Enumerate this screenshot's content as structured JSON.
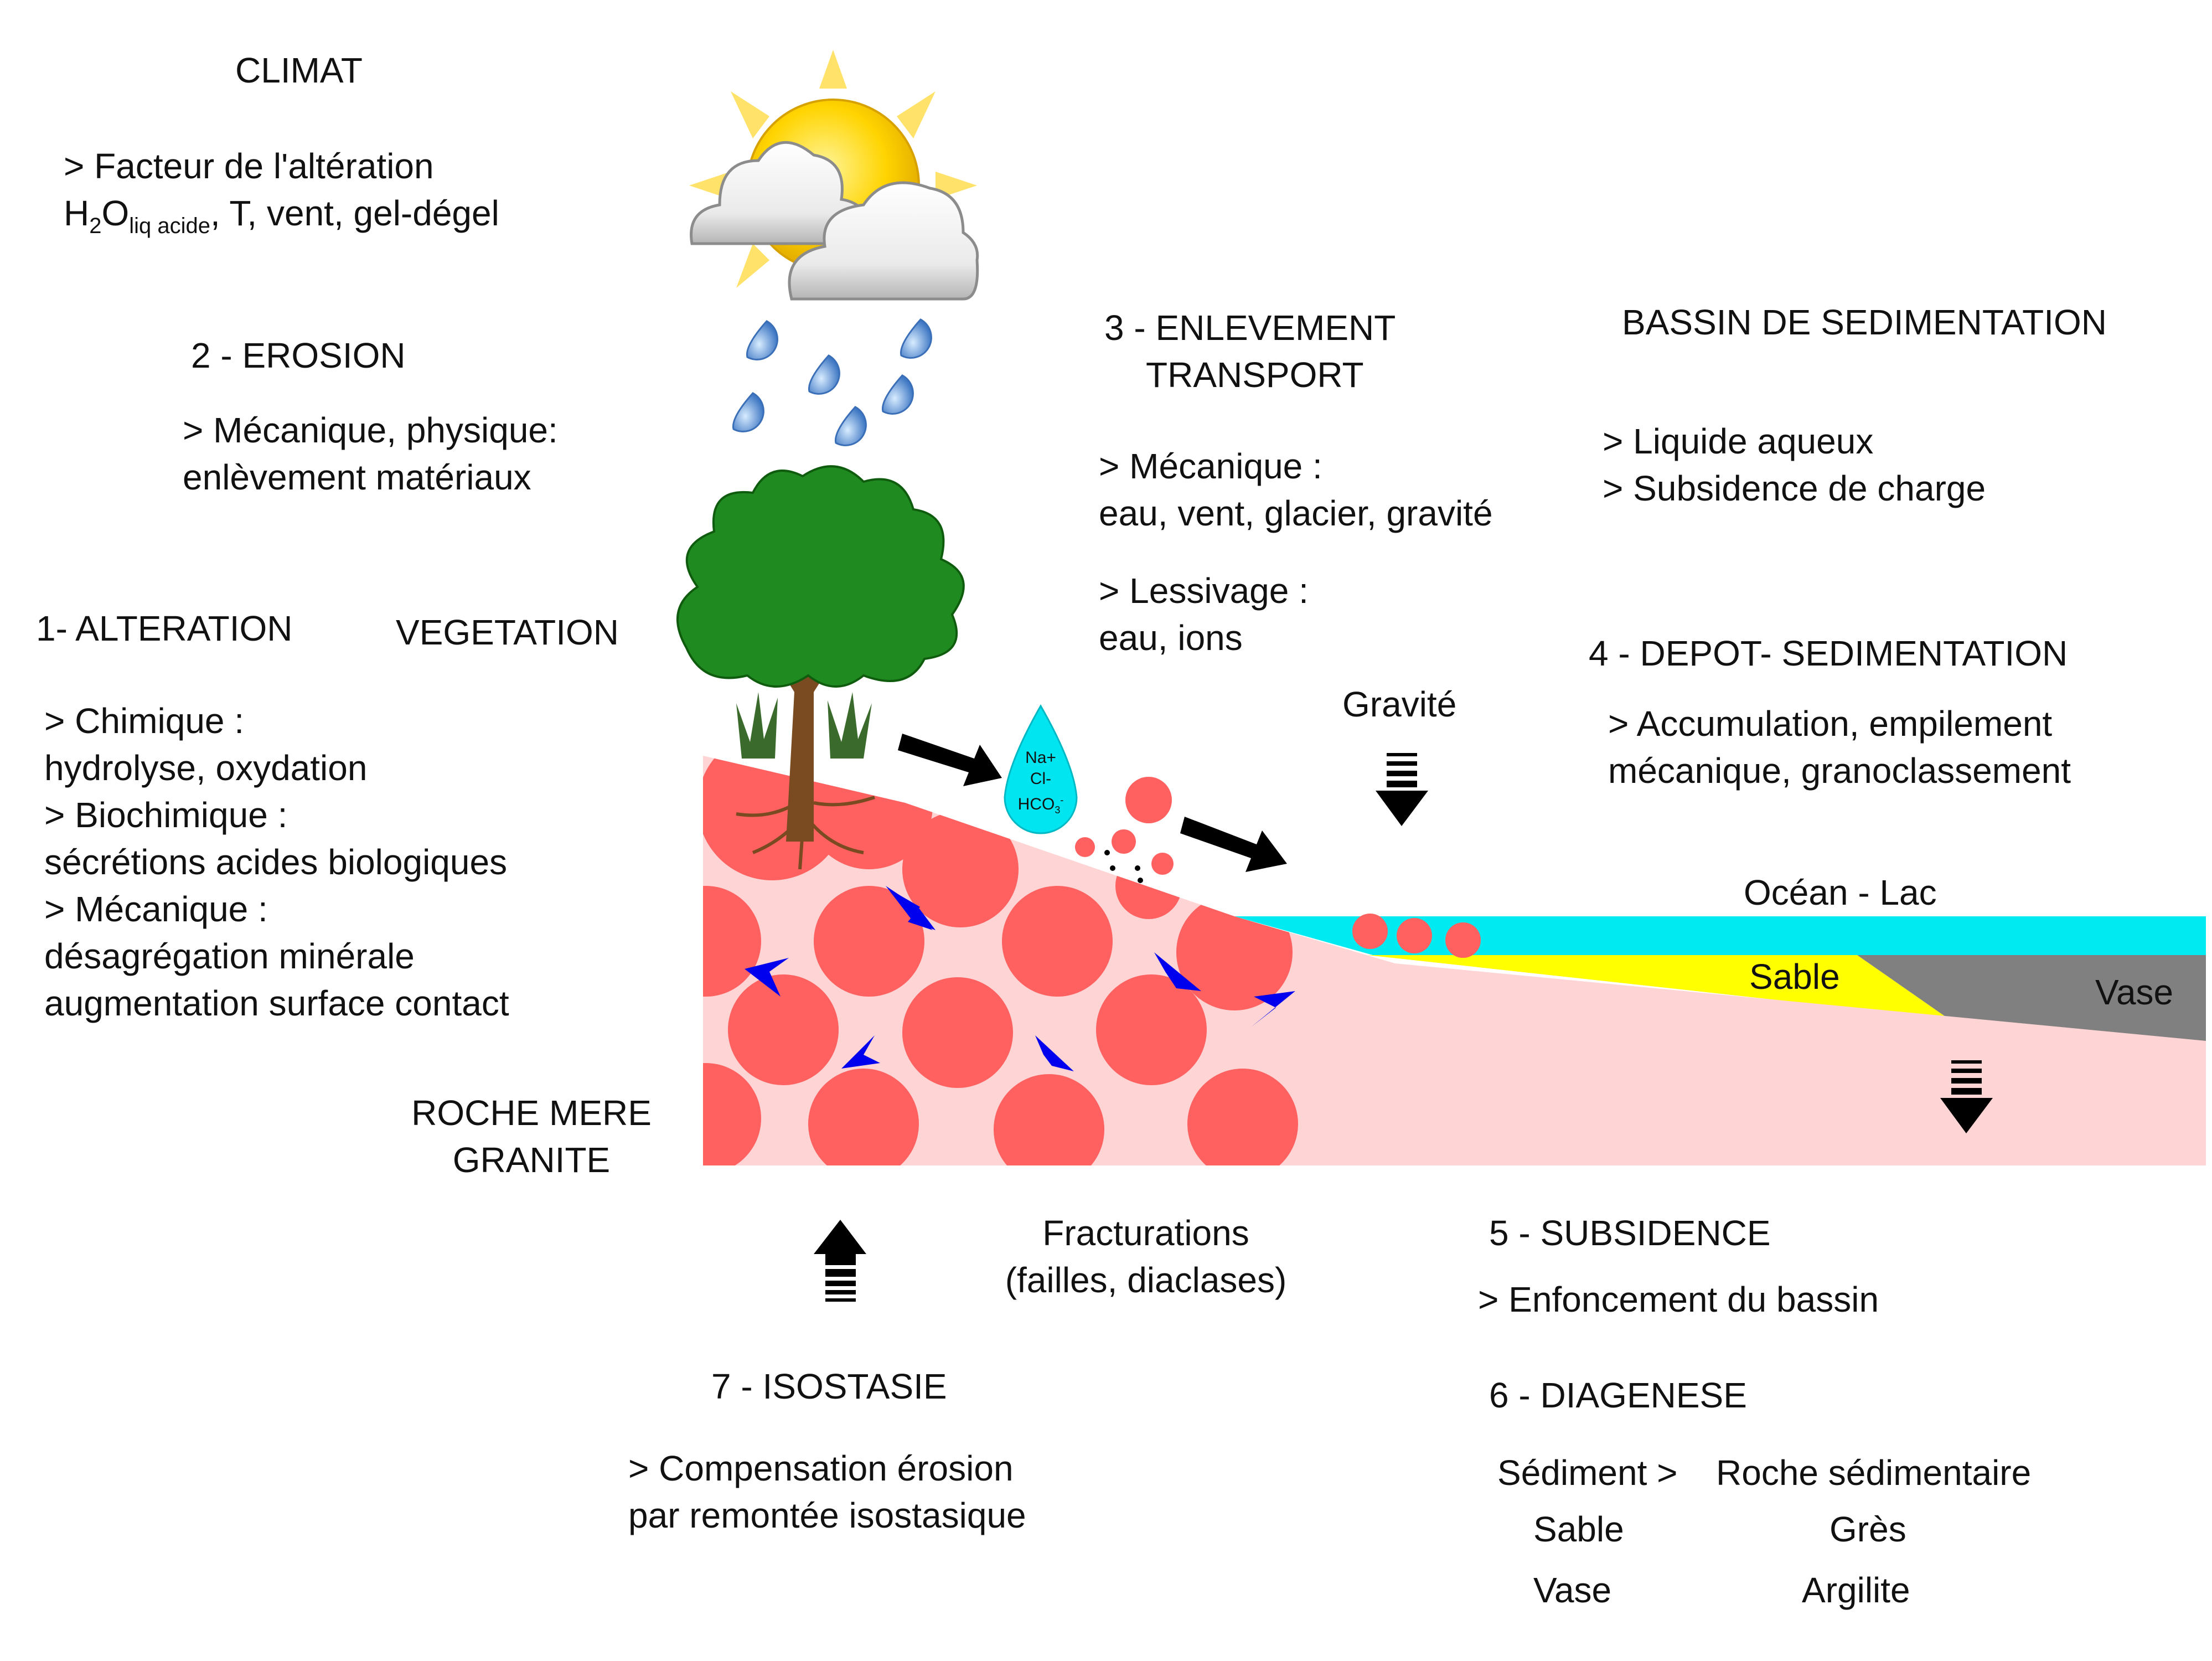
{
  "climate": {
    "title": "CLIMAT",
    "line1": "> Facteur de l'altération",
    "line2_pre": "H",
    "line2_sub1": "2",
    "line2_o": "O",
    "line2_sub2": "liq acide",
    "line2_post": ", T, vent, gel-dégel"
  },
  "erosion": {
    "title": "2 - EROSION",
    "line1": "> Mécanique, physique:",
    "line2": "enlèvement matériaux"
  },
  "transport": {
    "title1": "3 - ENLEVEMENT",
    "title2": "TRANSPORT",
    "line1": "> Mécanique :",
    "line2": "eau, vent, glacier, gravité",
    "line3": "> Lessivage :",
    "line4": "eau, ions"
  },
  "basin": {
    "title": "BASSIN DE SEDIMENTATION",
    "line1": "> Liquide aqueux",
    "line2": "> Subsidence de charge"
  },
  "alteration": {
    "title": "1- ALTERATION",
    "line1": "> Chimique :",
    "line2": "hydrolyse, oxydation",
    "line3": "> Biochimique :",
    "line4": "sécrétions acides biologiques",
    "line5": "> Mécanique :",
    "line6": "désagrégation minérale",
    "line7": "augmentation surface contact"
  },
  "vegetation": "VEGETATION",
  "deposit": {
    "title": "4 - DEPOT- SEDIMENTATION",
    "line1": "> Accumulation, empilement",
    "line2": "mécanique, granoclassement"
  },
  "gravity": "Gravité",
  "ions": {
    "na": "Na+",
    "cl": "Cl-",
    "hco3": "HCO",
    "hco3_sub": "3",
    "hco3_sup": "-"
  },
  "ocean": "Océan - Lac",
  "sand_label": "Sable",
  "mud_label": "Vase",
  "bedrock": {
    "line1": "ROCHE MERE",
    "line2": "GRANITE"
  },
  "fractures": {
    "line1": "Fracturations",
    "line2": "(failles, diaclases)"
  },
  "subsidence": {
    "title": "5 - SUBSIDENCE",
    "line1": "> Enfoncement du bassin"
  },
  "isostasy": {
    "title": "7 - ISOSTASIE",
    "line1": "> Compensation érosion",
    "line2": "par remontée isostasique"
  },
  "diagenesis": {
    "title": "6 - DIAGENESE",
    "head_left": "Sédiment >",
    "head_right": "Roche sédimentaire",
    "row1_left": "Sable",
    "row1_right": "Grès",
    "row2_left": "Vase",
    "row2_right": "Argilite"
  },
  "colors": {
    "rock_base": "#ffd4d4",
    "granite_block": "#ff6060",
    "water": "#00eaf2",
    "sand": "#ffff00",
    "mud": "#808080",
    "fracture_arrow": "#0000ee",
    "foliage": "#1f8a1f",
    "trunk": "#7a4a21",
    "sun": "#ffd400",
    "rain": "#5a8fd0"
  }
}
